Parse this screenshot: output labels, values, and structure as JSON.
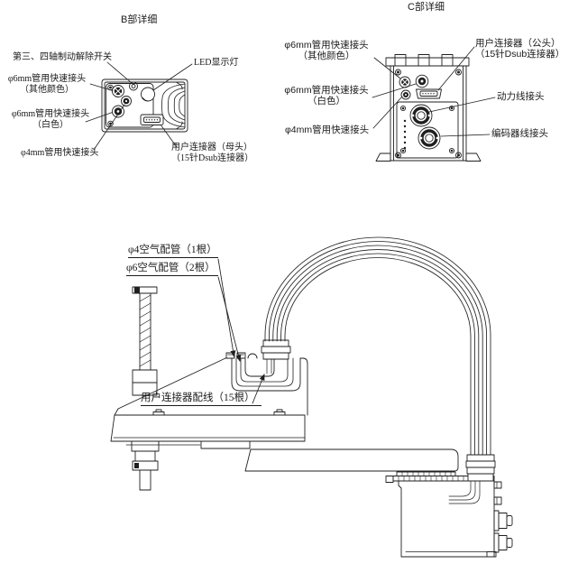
{
  "detail_b": {
    "title": "B部详细",
    "labels": {
      "brake_switch": "第三、四轴制动解除开关",
      "coupling_6mm_other_l1": "φ6mm管用快速接头",
      "coupling_6mm_other_l2": "（其他颜色）",
      "coupling_6mm_white_l1": "φ6mm管用快速接头",
      "coupling_6mm_white_l2": "（白色）",
      "coupling_4mm": "φ4mm管用快速接头",
      "led": "LED显示灯",
      "user_connector_l1": "用户连接器（母头）",
      "user_connector_l2": "（15针Dsub连接器）"
    }
  },
  "detail_c": {
    "title": "C部详细",
    "labels": {
      "coupling_6mm_other_l1": "φ6mm管用快速接头",
      "coupling_6mm_other_l2": "（其他颜色）",
      "coupling_6mm_white_l1": "φ6mm管用快速接头",
      "coupling_6mm_white_l2": "（白色）",
      "coupling_4mm": "φ4mm管用快速接头",
      "user_connector_l1": "用户连接器（公头）",
      "user_connector_l2": "（15针Dsub连接器）",
      "power_cable": "动力线接头",
      "encoder_cable": "编码器线接头"
    }
  },
  "main_view": {
    "air_tube_4": "φ4空气配管（1根）",
    "air_tube_6": "φ6空气配管（2根）",
    "user_wiring": "用户连接器配线（15根）"
  }
}
